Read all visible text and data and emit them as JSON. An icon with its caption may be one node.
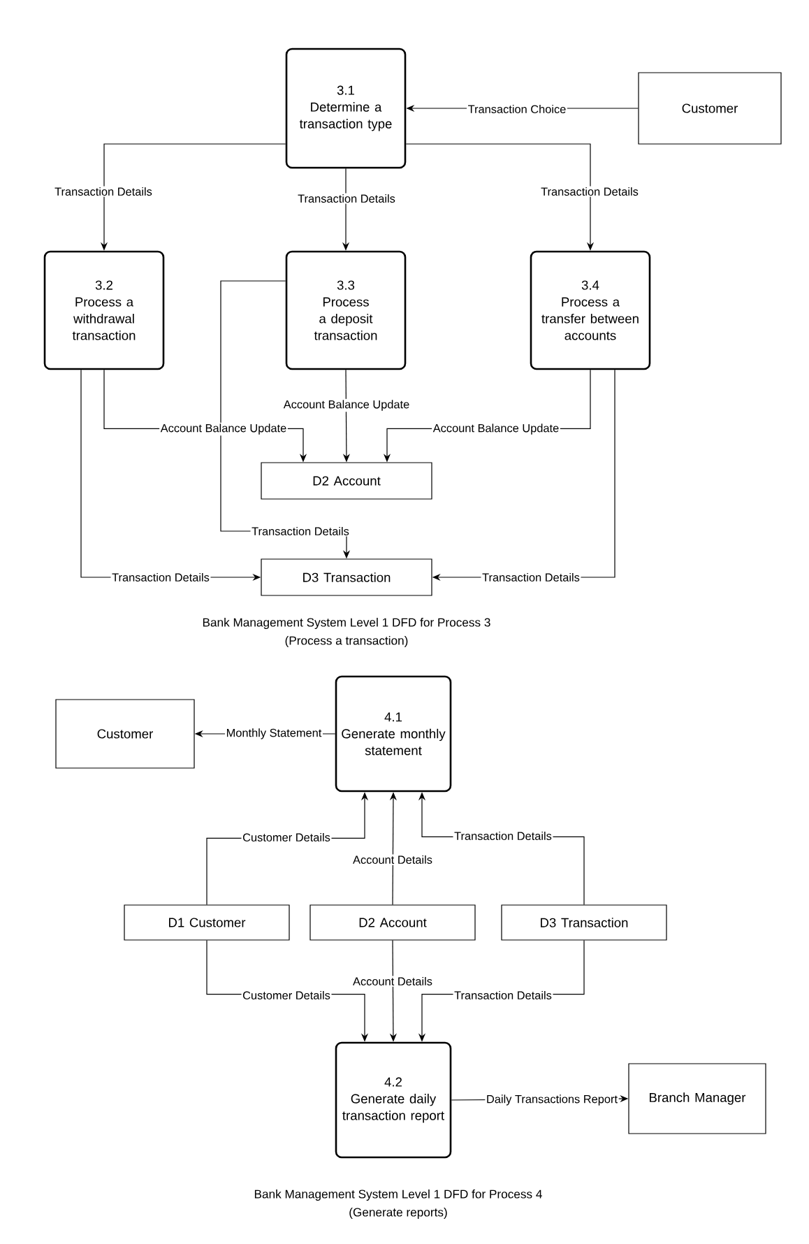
{
  "diagram": {
    "nodes": [
      {
        "text": [
          "3.1",
          "Determine a transaction type"
        ]
      },
      {
        "text": [
          "Customer"
        ]
      },
      {
        "text": [
          "3.2",
          "Process a withdrawal transaction"
        ]
      },
      {
        "text": [
          "3.3",
          "Process a deposit transaction"
        ]
      },
      {
        "text": [
          "3.4",
          "Process a transfer between accounts"
        ]
      },
      {
        "text": [
          "D2 Account"
        ]
      },
      {
        "text": [
          "D3 Transaction"
        ]
      },
      {
        "text": [
          "4.1",
          "Generate monthly statement"
        ]
      },
      {
        "text": [
          "Customer"
        ]
      },
      {
        "text": [
          "D1 Customer"
        ]
      },
      {
        "text": [
          "D2 Account"
        ]
      },
      {
        "text": [
          "D3 Transaction"
        ]
      },
      {
        "text": [
          "4.2",
          "Generate daily transaction report"
        ]
      },
      {
        "text": [
          "Branch Manager"
        ]
      }
    ],
    "edges": [
      {
        "from": 1,
        "to": 0,
        "arrow": "to",
        "label": "Transaction Choice"
      },
      {
        "from": 0,
        "to": 2,
        "arrow": "to",
        "label": "Transaction Details"
      },
      {
        "from": 0,
        "to": 3,
        "arrow": "to",
        "label": "Transaction Details"
      },
      {
        "from": 0,
        "to": 4,
        "arrow": "to",
        "label": "Transaction Details"
      },
      {
        "from": 2,
        "to": 5,
        "arrow": "to",
        "label": "Account Balance Update"
      },
      {
        "from": 3,
        "to": 5,
        "arrow": "to",
        "label": "Account Balance Update"
      },
      {
        "from": 4,
        "to": 5,
        "arrow": "to",
        "label": "Account Balance Update"
      },
      {
        "from": 3,
        "to": 6,
        "arrow": "to",
        "label": "Transaction Details"
      },
      {
        "from": 2,
        "to": 6,
        "arrow": "to",
        "label": "Transaction Details"
      },
      {
        "from": 4,
        "to": 6,
        "arrow": "to",
        "label": "Transaction Details"
      },
      {
        "from": 7,
        "to": 8,
        "arrow": "to",
        "label": "Monthly Statement"
      },
      {
        "from": 9,
        "to": 7,
        "arrow": "to",
        "label": "Customer Details"
      },
      {
        "from": 10,
        "to": 7,
        "arrow": "to",
        "label": "Account Details"
      },
      {
        "from": 11,
        "to": 7,
        "arrow": "to",
        "label": "Transaction Details"
      },
      {
        "from": 9,
        "to": 12,
        "arrow": "to",
        "label": "Customer Details"
      },
      {
        "from": 10,
        "to": 12,
        "arrow": "to",
        "label": "Account Details"
      },
      {
        "from": 11,
        "to": 12,
        "arrow": "to",
        "label": "Transaction Details"
      },
      {
        "from": 12,
        "to": 13,
        "arrow": "to",
        "label": "Daily Transactions Report"
      }
    ],
    "labels": [
      "Bank Management System Level 1 DFD for Process 3",
      "(Process a transaction)",
      "Bank Management System Level 1 DFD for Process 4",
      "(Generate reports)"
    ]
  }
}
